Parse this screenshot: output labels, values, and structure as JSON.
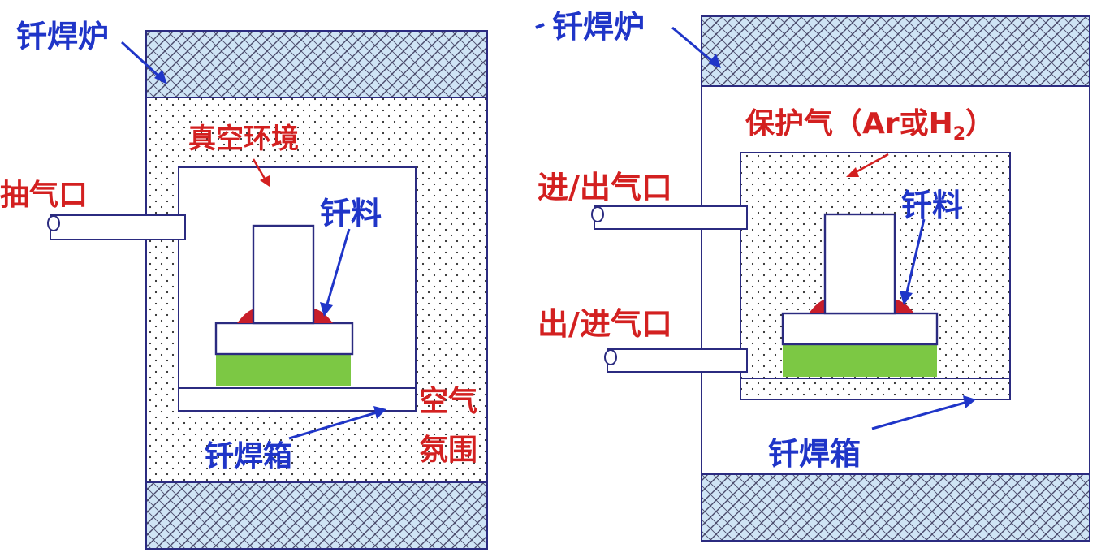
{
  "colors": {
    "frame": "#2b2b80",
    "blue_label": "#1f35c8",
    "red_label": "#d32020",
    "insulation_fill": "#cfe4f5",
    "insulation_hatch": "#4a4a6a",
    "dot": "#2a2a2a",
    "solder": "#c81e2a",
    "base_green": "#7cc844"
  },
  "left_diagram": {
    "furnace_label": "钎焊炉",
    "vacuum_label": "真空环境",
    "filler_label": "钎料",
    "pump_port_label": "抽气口",
    "box_label": "钎焊箱",
    "air_label_line1": "空气",
    "air_label_line2": "氛围"
  },
  "right_diagram": {
    "furnace_label": "钎焊炉",
    "gas_label_prefix": "保护气（Ar或H",
    "gas_label_sub": "2",
    "gas_label_suffix": "）",
    "filler_label": "钎料",
    "in_out_label": "进/出气口",
    "out_in_label": "出/进气口",
    "box_label": "钎焊箱"
  }
}
